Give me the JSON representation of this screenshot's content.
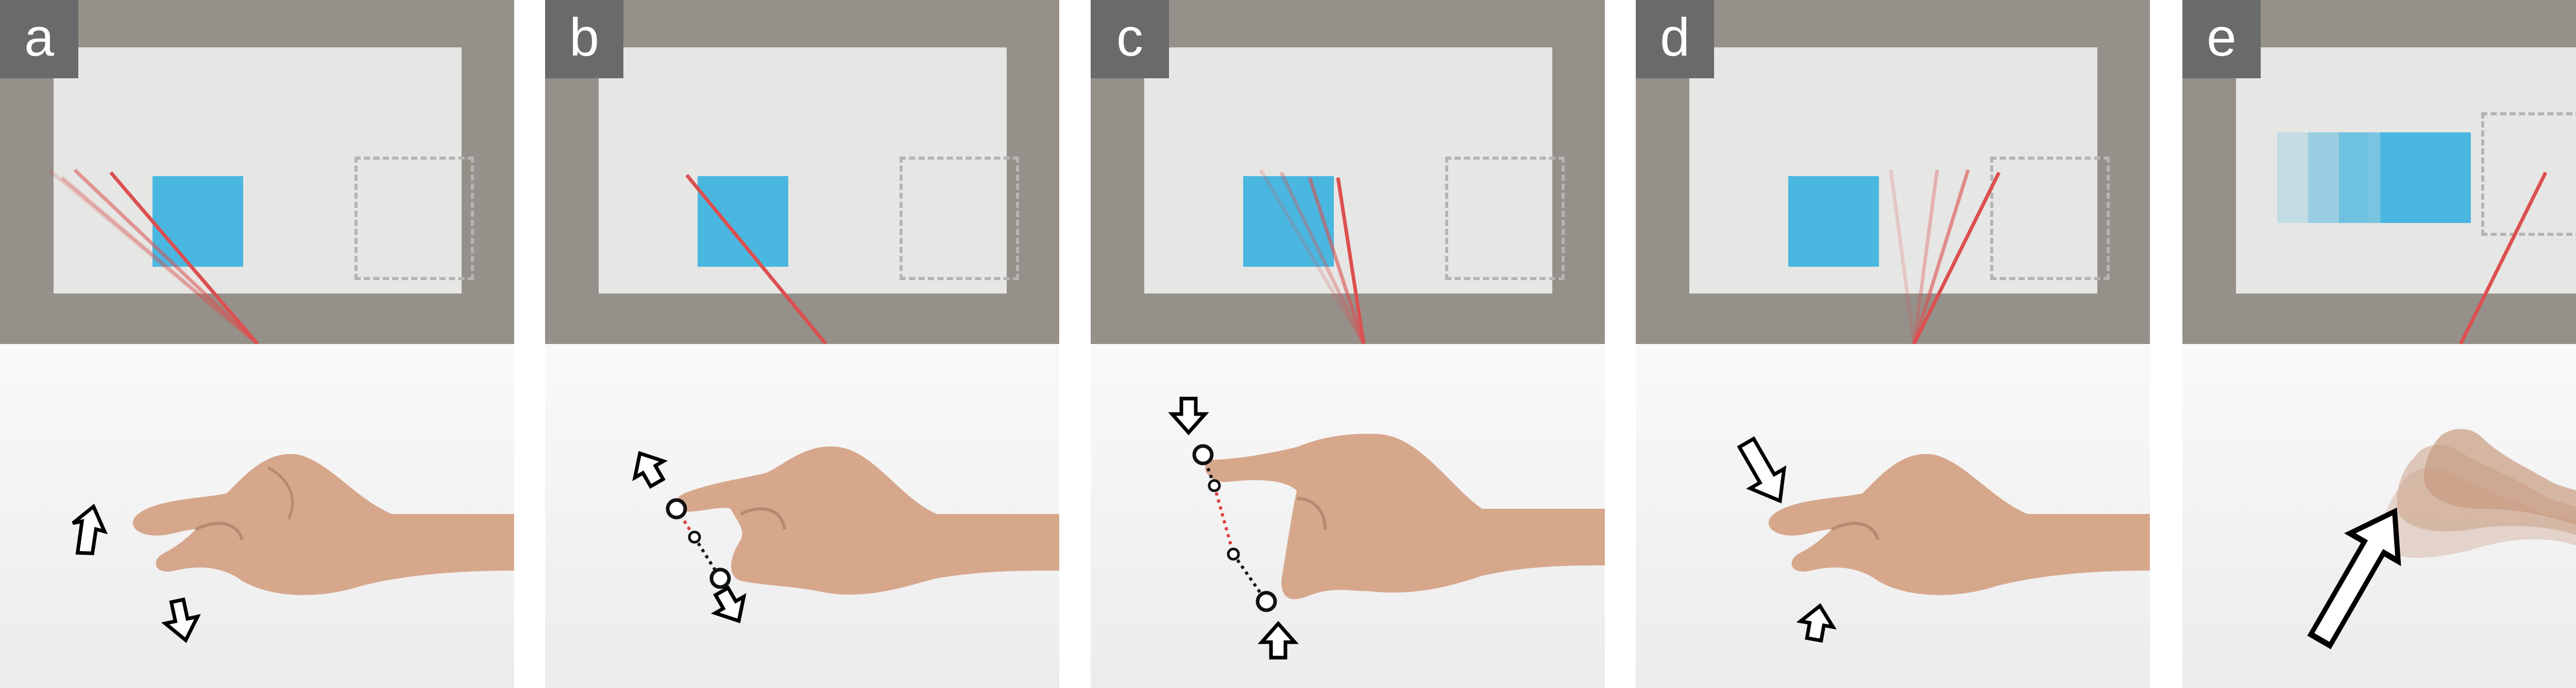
{
  "panels": [
    {
      "id": "a",
      "label": "a"
    },
    {
      "id": "b",
      "label": "b"
    },
    {
      "id": "c",
      "label": "c"
    },
    {
      "id": "d",
      "label": "d"
    },
    {
      "id": "e",
      "label": "e"
    }
  ],
  "colors": {
    "background_scene": "#959089",
    "board": "#e6e6e4",
    "cube": "#4ab7e0",
    "ray": "#dc5050",
    "target_outline": "#b4b4b4",
    "label_box": "#6a6a6a",
    "skin": "#d7a78c"
  },
  "icons": {
    "arrow": "arrow-icon",
    "joint": "fingertip-marker-icon"
  }
}
